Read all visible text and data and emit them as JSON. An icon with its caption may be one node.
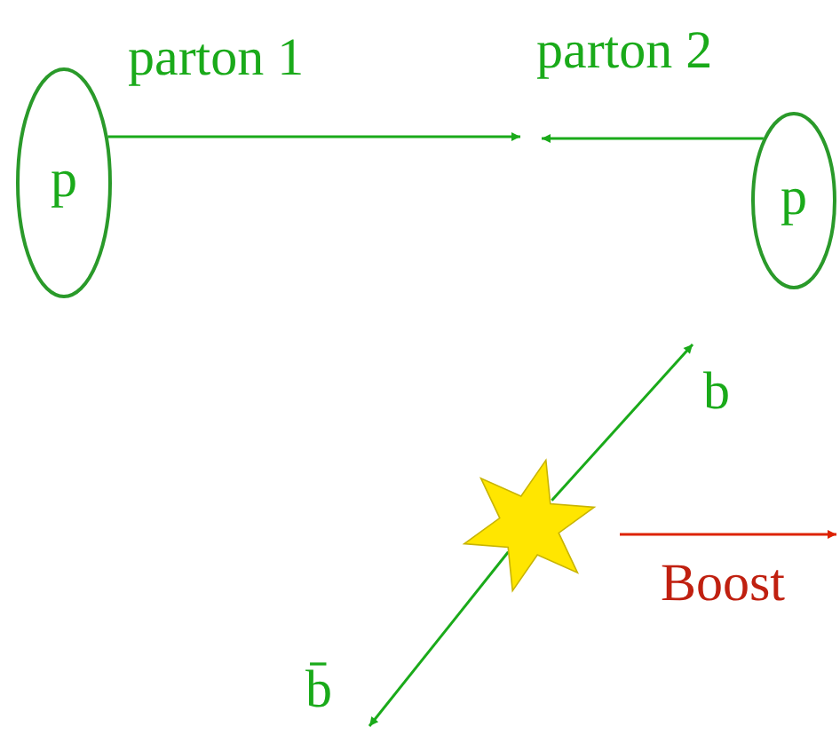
{
  "diagram": {
    "nodes": [
      {
        "text": [
          "p"
        ]
      },
      {
        "text": [
          "p"
        ]
      },
      {
        "text": [],
        "shape": "star"
      }
    ],
    "edges": [
      {
        "from": 0,
        "to": null,
        "arrow": "to",
        "label": "parton 1"
      },
      {
        "from": 1,
        "to": null,
        "arrow": "to",
        "label": "parton 2"
      },
      {
        "from": 2,
        "to": null,
        "arrow": "to",
        "label": "b"
      },
      {
        "from": 2,
        "to": null,
        "arrow": "to",
        "label": "b̄"
      }
    ],
    "labels": [
      "Boost"
    ]
  }
}
